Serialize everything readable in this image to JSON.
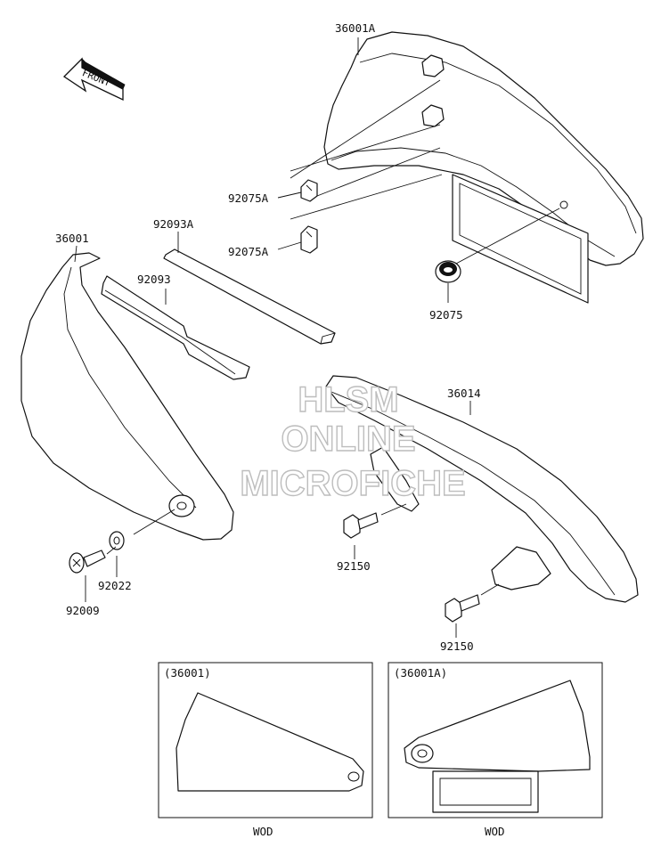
{
  "labels": {
    "p36001A": "36001A",
    "p92075A_1": "92075A",
    "p92075A_2": "92075A",
    "p92075": "92075",
    "p36001": "36001",
    "p92093A": "92093A",
    "p92093": "92093",
    "p36014": "36014",
    "p92150_1": "92150",
    "p92150_2": "92150",
    "p92022": "92022",
    "p92009": "92009"
  },
  "front_arrow": "FRONT",
  "watermark": [
    "HLSM",
    "ONLINE",
    "MICROFICHE"
  ],
  "insets": [
    {
      "title": "(36001)",
      "caption": "WOD"
    },
    {
      "title": "(36001A)",
      "caption": "WOD"
    }
  ]
}
